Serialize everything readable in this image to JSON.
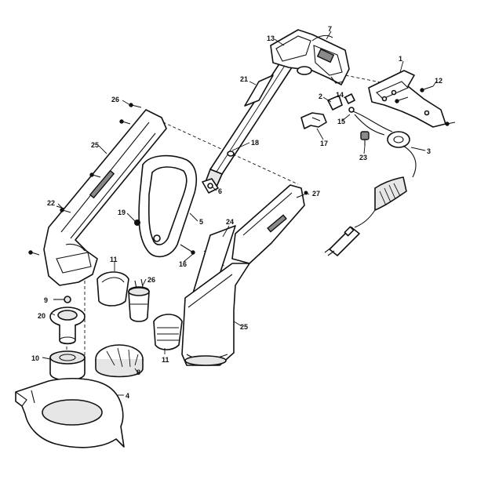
{
  "callouts": {
    "c1": "1",
    "c2": "2",
    "c3": "3",
    "c4": "4",
    "c5": "5",
    "c6": "6",
    "c7": "7",
    "c8": "8",
    "c9": "9",
    "c10": "10",
    "c11a": "11",
    "c11b": "11",
    "c12": "12",
    "c13": "13",
    "c14": "14",
    "c15": "15",
    "c16": "16",
    "c17": "17",
    "c18": "18",
    "c19": "19",
    "c20": "20",
    "c21": "21",
    "c22": "22",
    "c23": "23",
    "c24": "24",
    "c25a": "25",
    "c25b": "25",
    "c26a": "26",
    "c26b": "26",
    "c27": "27"
  }
}
